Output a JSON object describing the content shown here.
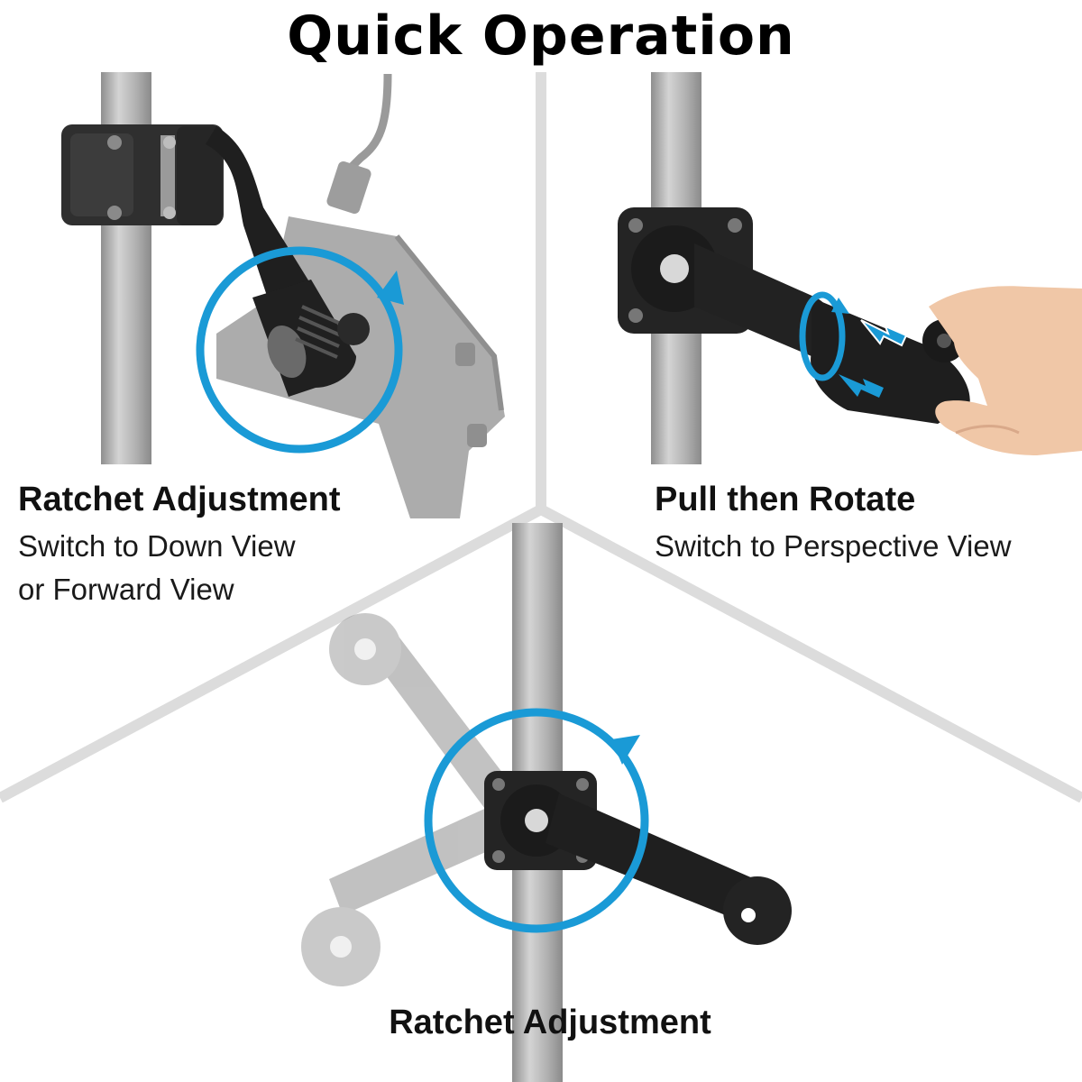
{
  "title": "Quick Operation",
  "panels": {
    "top_left": {
      "heading": "Ratchet Adjustment",
      "lines": [
        "Switch to Down View",
        "or Forward View"
      ]
    },
    "top_right": {
      "heading": "Pull then Rotate",
      "lines": [
        "Switch to Perspective View"
      ]
    },
    "bottom": {
      "heading": "Ratchet Adjustment"
    }
  },
  "colors": {
    "accent": "#1a9ad6",
    "divider": "#dcdcdc",
    "pole": "#b3b3b3",
    "mount": "#2b2b2b"
  },
  "icons": [
    "rotate-arrow-icon",
    "pull-arrow-icon"
  ]
}
